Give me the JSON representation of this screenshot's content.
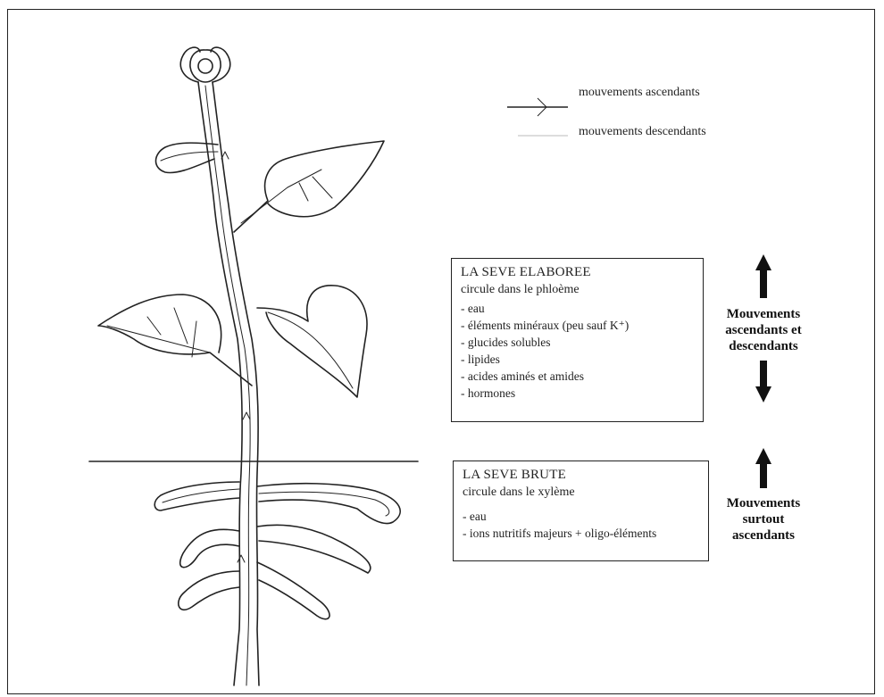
{
  "legend": {
    "ascending": "mouvements ascendants",
    "descending": "mouvements descendants"
  },
  "seve_elaboree": {
    "title": "LA SEVE ELABOREE",
    "subtitle": "circule dans  le phloème",
    "items": [
      "eau",
      "éléments minéraux (peu sauf K⁺)",
      "glucides solubles",
      "lipides",
      "acides aminés et amides",
      "hormones"
    ]
  },
  "seve_brute": {
    "title": "LA SEVE BRUTE",
    "subtitle": "circule dans le xylème",
    "items": [
      "eau",
      "ions nutritifs majeurs + oligo-éléments"
    ]
  },
  "labels": {
    "elaboree_movement": [
      "Mouvements",
      "ascendants et",
      "descendants"
    ],
    "brute_movement": [
      "Mouvements",
      "surtout",
      "ascendants"
    ]
  },
  "colors": {
    "ink": "#222222",
    "background": "#ffffff"
  }
}
